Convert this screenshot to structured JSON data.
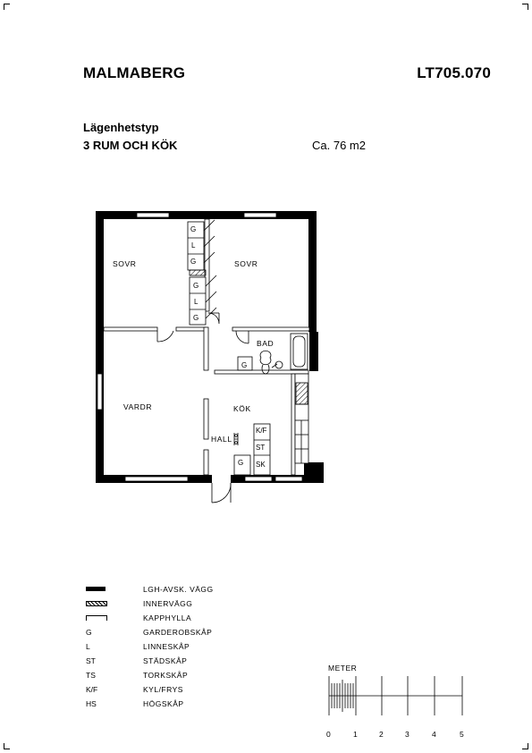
{
  "header": {
    "name": "MALMABERG",
    "code": "LT705.070",
    "type_label": "Lägenhetstyp",
    "type_value": "3 RUM OCH KÖK",
    "area": "Ca. 76 m2"
  },
  "rooms": {
    "sovr1": "SOVR",
    "sovr2": "SOVR",
    "bad": "BAD",
    "vardr": "VARDR",
    "kok": "KÖK",
    "hall": "HALL"
  },
  "cabinets": {
    "g1": "G",
    "l1": "L",
    "g2": "G",
    "g3": "G",
    "l2": "L",
    "g4": "G",
    "bath_g": "G",
    "kf": "K/F",
    "st": "ST",
    "hall_g": "G",
    "sk": "SK"
  },
  "legend": [
    {
      "symbol": "",
      "label": "LGH-AVSK. VÄGG"
    },
    {
      "symbol": "",
      "label": "INNERVÄGG"
    },
    {
      "symbol": "",
      "label": "KAPPHYLLA"
    },
    {
      "symbol": "G",
      "label": "GARDEROBSKÅP"
    },
    {
      "symbol": "L",
      "label": "LINNESKÅP"
    },
    {
      "symbol": "ST",
      "label": "STÄDSKÅP"
    },
    {
      "symbol": "TS",
      "label": "TORKSKÅP"
    },
    {
      "symbol": "K/F",
      "label": "KYL/FRYS"
    },
    {
      "symbol": "HS",
      "label": "HÖGSKÅP"
    }
  ],
  "scale": {
    "title": "METER",
    "ticks": [
      "0",
      "1",
      "2",
      "3",
      "4",
      "5"
    ]
  }
}
